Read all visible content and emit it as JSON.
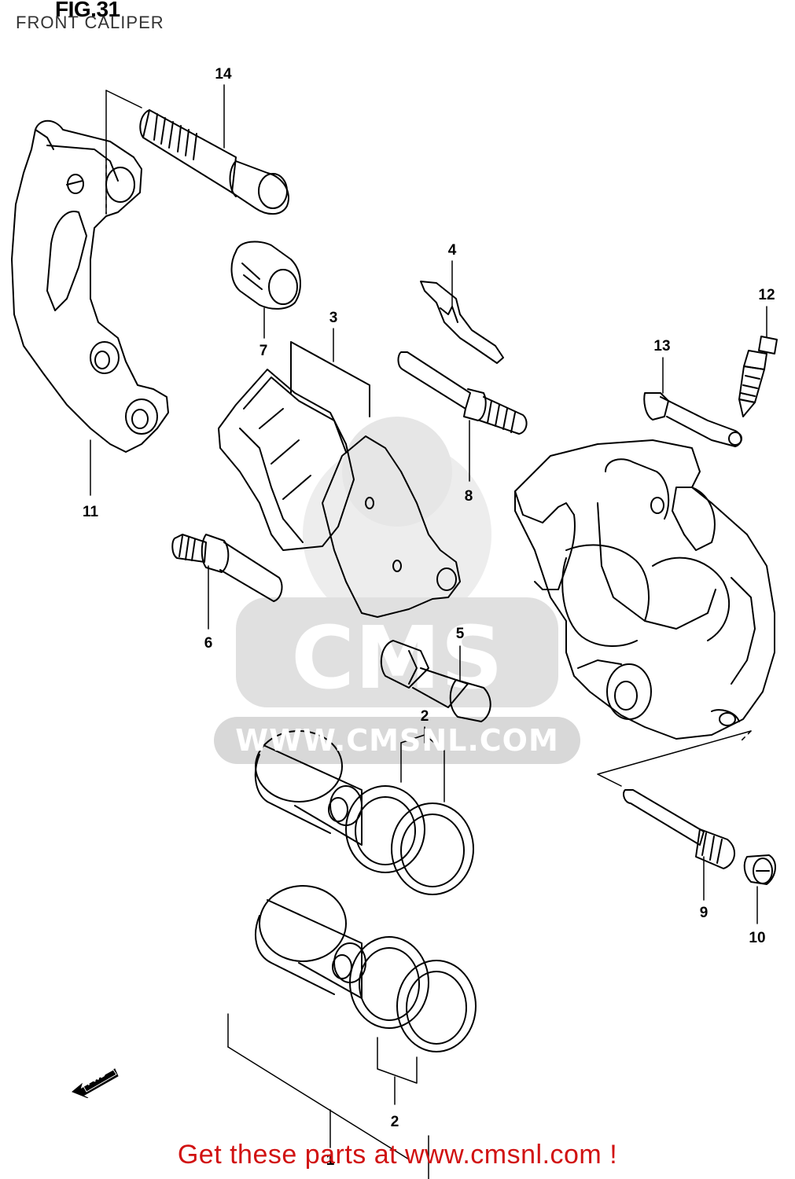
{
  "figure": {
    "number_label": "FIG.31",
    "title": "FRONT CALIPER"
  },
  "callouts": [
    {
      "id": "14",
      "label": "14"
    },
    {
      "id": "4",
      "label": "4"
    },
    {
      "id": "12",
      "label": "12"
    },
    {
      "id": "3",
      "label": "3"
    },
    {
      "id": "13",
      "label": "13"
    },
    {
      "id": "7",
      "label": "7"
    },
    {
      "id": "11",
      "label": "11"
    },
    {
      "id": "8",
      "label": "8"
    },
    {
      "id": "6",
      "label": "6"
    },
    {
      "id": "5",
      "label": "5"
    },
    {
      "id": "2a",
      "label": "2"
    },
    {
      "id": "9",
      "label": "9"
    },
    {
      "id": "10",
      "label": "10"
    },
    {
      "id": "2b",
      "label": "2"
    },
    {
      "id": "1",
      "label": "1"
    }
  ],
  "direction_marker": {
    "label": "FWD",
    "icon": "arrow-fwd-icon"
  },
  "watermark": {
    "logo": "CMS",
    "url": "WWW.CMSNL.COM"
  },
  "footer": {
    "cta": "Get these parts at www.cmsnl.com !"
  },
  "colors": {
    "line": "#000000",
    "footer_text": "#d11212",
    "watermark": "#e3e3e3"
  }
}
